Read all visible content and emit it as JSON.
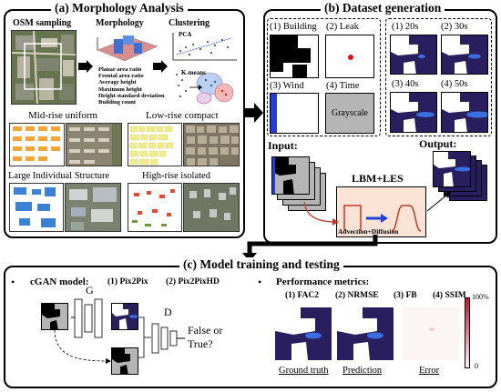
{
  "panel_a": {
    "title": "(a) Morphology Analysis",
    "osm_label": "OSM sampling",
    "morph_label": "Morphology",
    "cluster_label": "Clustering",
    "morph_metrics": [
      "Planar area ratio",
      "Frontal area ratio",
      "Average height",
      "Maximum height",
      "Height standard deviation",
      "Building count"
    ],
    "pca_label": "PCA",
    "kmeans_label": "K-means",
    "types": [
      "Mid-rise uniform",
      "Low-rise compact",
      "Large Individual Structure",
      "High-rise isolated"
    ]
  },
  "panel_b": {
    "title": "(b) Dataset generation",
    "inputs": [
      "(1) Building",
      "(2) Leak",
      "(3) Wind",
      "(4) Time"
    ],
    "time_text": "Grayscale",
    "outputs": [
      "(1) 20s",
      "(2) 30s",
      "(3) 40s",
      "(4) 50s"
    ],
    "input_label": "Input:",
    "output_label": "Output:",
    "solver_label": "LBM+LES",
    "process_label": "Advection+Diffusion"
  },
  "panel_c": {
    "title": "(c) Model training and testing",
    "model_label": "cGAN model:",
    "model_opts": [
      "(1) Pix2Pix",
      "(2) Pix2PixHD"
    ],
    "g_label": "G",
    "d_label": "D",
    "decision_label": "False or True?",
    "metrics_label": "Performance metrics:",
    "metrics": [
      "(1) FAC2",
      "(2) NRMSE",
      "(3) FB",
      "(4) SSIM"
    ],
    "captions": [
      "Ground truth",
      "Prediction",
      "Error"
    ],
    "colorbar_max": "100%",
    "colorbar_min": "0"
  },
  "colors": {
    "sim_bg": "#2a1f5e",
    "plume": "#3a6fe0",
    "wind": "#1f3fd8",
    "leak": "#e01010",
    "error_map": "#c8102e"
  }
}
